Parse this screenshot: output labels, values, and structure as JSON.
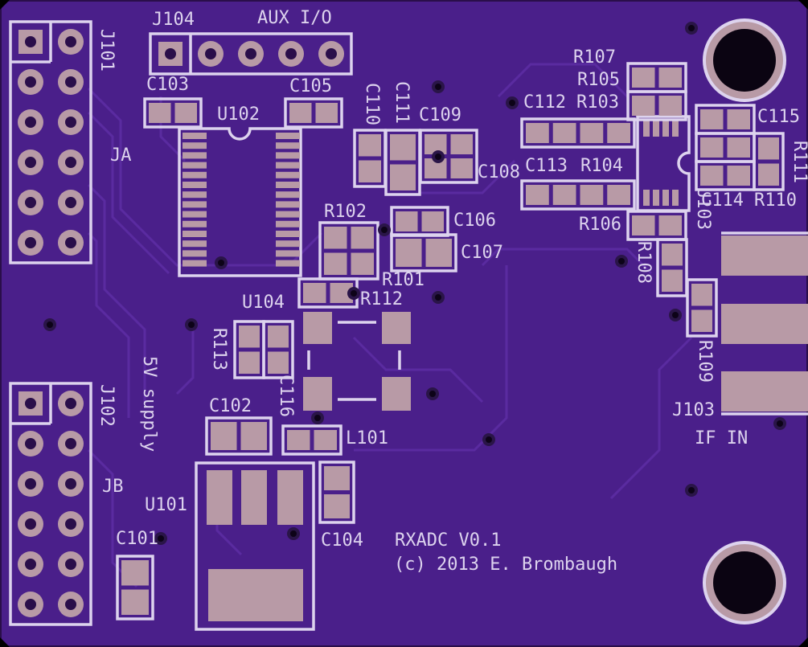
{
  "colors": {
    "substrate": "#4a1f8a",
    "silkscreen": "#ddd3ee",
    "pad": "#b89aa6",
    "via": "#0d0318"
  },
  "silkscreen_labels": {
    "j104": "J104",
    "aux_io": "AUX I/O",
    "j101": "J101",
    "ja": "JA",
    "c103": "C103",
    "c105": "C105",
    "u102": "U102",
    "c110": "C110",
    "c111": "C111",
    "c109": "C109",
    "c108": "C108",
    "c112": "C112",
    "r103": "R103",
    "r107": "R107",
    "r105": "R105",
    "c115": "C115",
    "r111": "R111",
    "c113": "C113",
    "r104": "R104",
    "u103": "U103",
    "c114": "C114",
    "r110": "R110",
    "r106": "R106",
    "r108": "R108",
    "r102": "R102",
    "c106": "C106",
    "c107": "C107",
    "r101": "R101",
    "r112": "R112",
    "u104": "U104",
    "r113": "R113",
    "c116": "C116",
    "r109": "R109",
    "j103": "J103",
    "if_in": "IF IN",
    "j102": "J102",
    "jb": "JB",
    "supply": "5V supply",
    "c102": "C102",
    "l101": "L101",
    "u101": "U101",
    "c101": "C101",
    "c104": "C104",
    "board_name": "RXADC  V0.1",
    "copyright": "(c) 2013 E. Brombaugh"
  }
}
